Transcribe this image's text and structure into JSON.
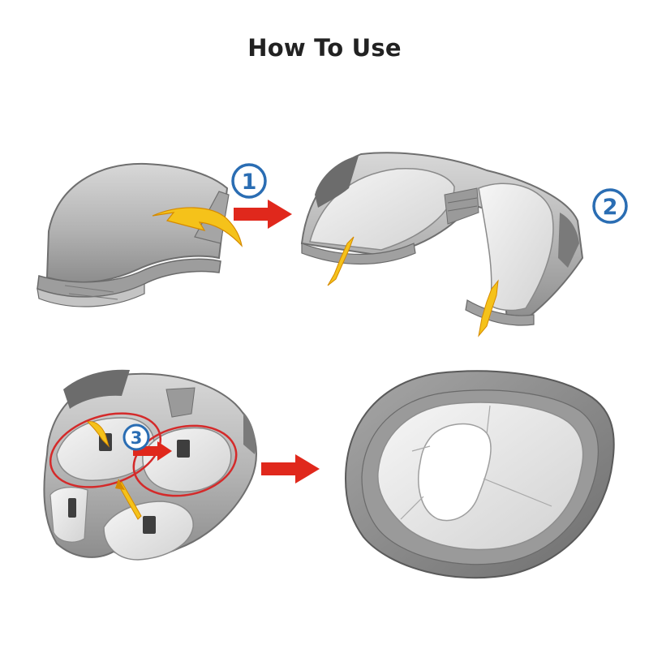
{
  "title": "How To Use",
  "steps": [
    {
      "number": "1"
    },
    {
      "number": "2"
    },
    {
      "number": "3"
    }
  ],
  "icons": {
    "fold_arrow": "curved-arrow-icon",
    "next_arrow": "right-arrow-icon",
    "latch": "latch-icon"
  },
  "colors": {
    "badge_blue": "#2a6db3",
    "arrow_red": "#e0281c",
    "arrow_yellow": "#f5c21a",
    "highlight_ring": "#d42a2a",
    "seat_body": "#b9b9b9",
    "seat_pad": "#e9e9e9",
    "seat_shadow": "#7f7f7f"
  }
}
